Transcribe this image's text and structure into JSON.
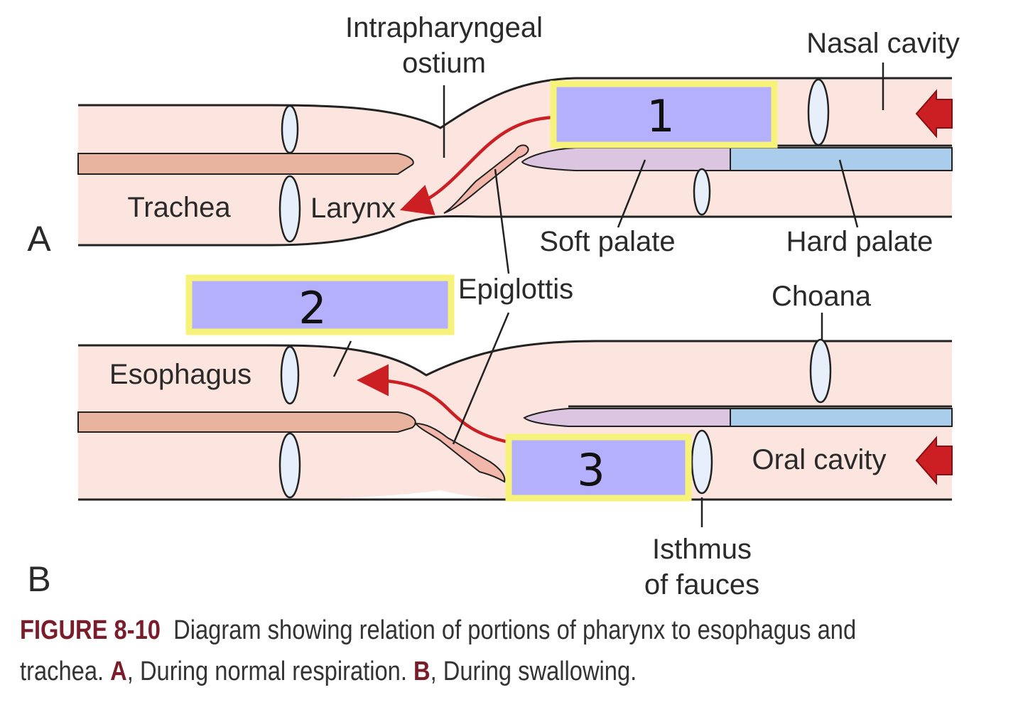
{
  "labels": {
    "intrapharyngeal_ostium": [
      "Intrapharyngeal",
      "ostium"
    ],
    "nasal_cavity": "Nasal cavity",
    "trachea": "Trachea",
    "larynx": "Larynx",
    "soft_palate": "Soft palate",
    "hard_palate": "Hard palate",
    "epiglottis": "Epiglottis",
    "choana": "Choana",
    "esophagus": "Esophagus",
    "oral_cavity": "Oral cavity",
    "isthmus_of_fauces": [
      "Isthmus",
      "of fauces"
    ]
  },
  "panels": {
    "a": "A",
    "b": "B"
  },
  "answer_boxes": [
    {
      "number": "1"
    },
    {
      "number": "2"
    },
    {
      "number": "3"
    }
  ],
  "caption": {
    "figure_number": "FIGURE 8-10",
    "text_1": "Diagram showing relation of portions of pharynx to esophagus and trachea.",
    "a_marker": "A",
    "text_2": ", During normal respiration.",
    "b_marker": "B",
    "text_3": ", During swallowing."
  },
  "colors": {
    "tube_fill": "#fbe5de",
    "trachea_wall": "#e8b4a0",
    "soft_palate": "#dcc5e0",
    "hard_palate": "#a9cdea",
    "arrow_red": "#cc1f24",
    "answer_box_fill": "#b5b0fb",
    "answer_box_border": "#f7f37a",
    "caption_accent": "#7b1c2b"
  }
}
